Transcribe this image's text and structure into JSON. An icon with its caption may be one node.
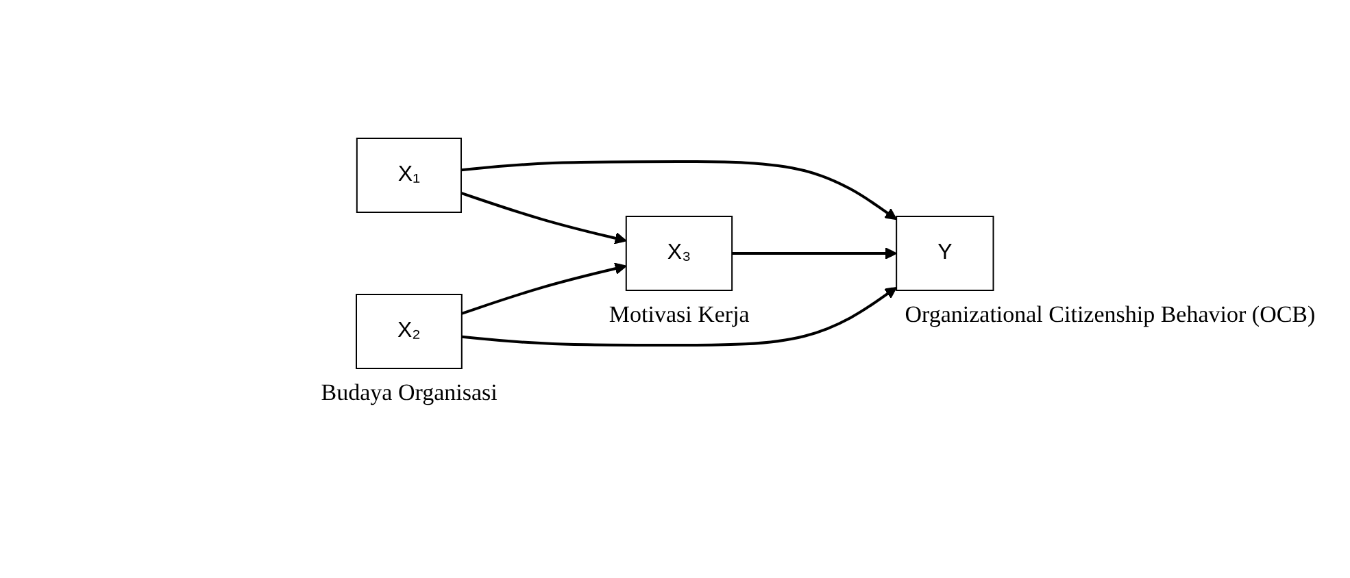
{
  "diagram": {
    "nodes": [
      {
        "text": [
          "X₁"
        ]
      },
      {
        "text": [
          "X₃"
        ],
        "beside": [
          "Motivasi  Kerja"
        ]
      },
      {
        "text": [
          "Y"
        ],
        "beside": [
          "Organizational Citizenship Behavior (OCB)"
        ]
      },
      {
        "text": [
          "X₂"
        ],
        "beside": [
          "Budaya Organisasi"
        ]
      }
    ],
    "edges": [
      {
        "from": 0,
        "to": 2,
        "arrow": "to"
      },
      {
        "from": 0,
        "to": 1,
        "arrow": "to"
      },
      {
        "from": 1,
        "to": 2,
        "arrow": "to"
      },
      {
        "from": 3,
        "to": 1,
        "arrow": "to"
      },
      {
        "from": 3,
        "to": 2,
        "arrow": "to"
      }
    ]
  }
}
